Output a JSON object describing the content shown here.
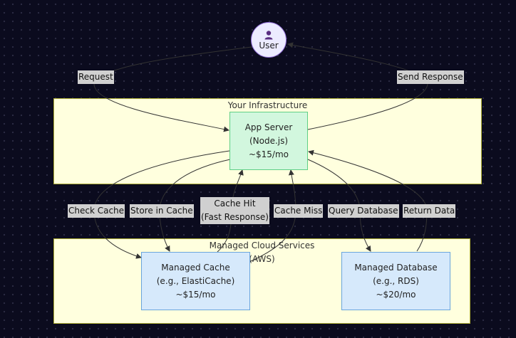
{
  "clusters": {
    "infrastructure": {
      "title": "Your Infrastructure"
    },
    "managed": {
      "title": "Managed Cloud Services",
      "subtitle": "(AWS)"
    }
  },
  "nodes": {
    "user": {
      "label": "User",
      "icon": "user-icon"
    },
    "app_server": {
      "line1": "App Server",
      "line2": "(Node.js)",
      "line3": "~$15/mo"
    },
    "cache": {
      "line1": "Managed Cache",
      "line2": "(e.g., ElastiCache)",
      "line3": "~$15/mo"
    },
    "database": {
      "line1": "Managed Database",
      "line2": "(e.g., RDS)",
      "line3": "~$20/mo"
    }
  },
  "edges": {
    "request": "Request",
    "send_response": "Send Response",
    "check_cache": "Check Cache",
    "store_in_cache": "Store in Cache",
    "cache_hit_line1": "Cache Hit",
    "cache_hit_line2": "(Fast Response)",
    "cache_miss": "Cache Miss",
    "query_database": "Query Database",
    "return_data": "Return Data"
  },
  "colors": {
    "background": "#0b0b1e",
    "cluster_fill": "#ffffde",
    "cluster_border": "#aaaa33",
    "app_node_fill": "#d2f7de",
    "app_node_border": "#5fcf85",
    "aws_node_fill": "#d6e9fb",
    "aws_node_border": "#6aa5dc",
    "user_fill": "#ecebff",
    "user_border": "#9370db",
    "edge_color": "#333333",
    "label_fill": "#d0d0d0"
  }
}
